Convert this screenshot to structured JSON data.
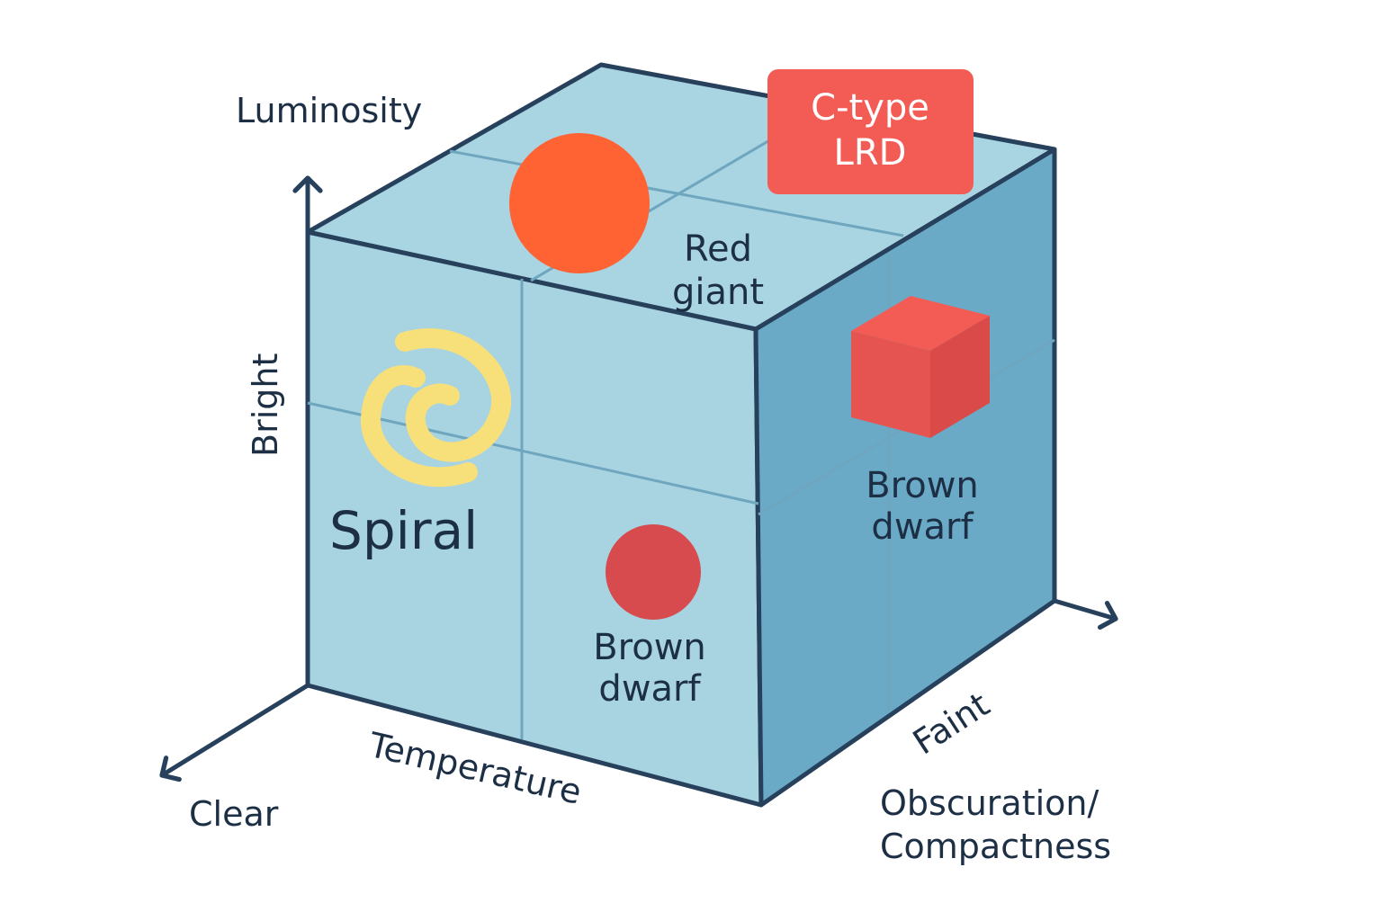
{
  "axes": {
    "vertical": {
      "title": "Luminosity",
      "high_end": "Bright"
    },
    "depth": {
      "title": "Obscuration/\nCompactness",
      "far_end": "Faint",
      "near_end": "Clear"
    },
    "horizontal": {
      "title": "Temperature"
    }
  },
  "objects": {
    "c_type_lrd": {
      "label": "C-type\nLRD",
      "color": "#f25c54"
    },
    "red_giant": {
      "label": "Red\ngiant",
      "color": "#ff6333"
    },
    "spiral": {
      "label": "Spiral",
      "color": "#f7df7a",
      "icon": "spiral-galaxy-icon"
    },
    "brown_dwarf_front": {
      "label": "Brown\ndwarf",
      "color": "#d74b4f"
    },
    "brown_dwarf_side": {
      "label": "Brown\ndwarf",
      "color": "#e55450"
    }
  },
  "colors": {
    "cube_front": "#a8d3e1",
    "cube_top": "#a9d4e2",
    "cube_side": "#6aaac6",
    "edge": "#27415c"
  }
}
